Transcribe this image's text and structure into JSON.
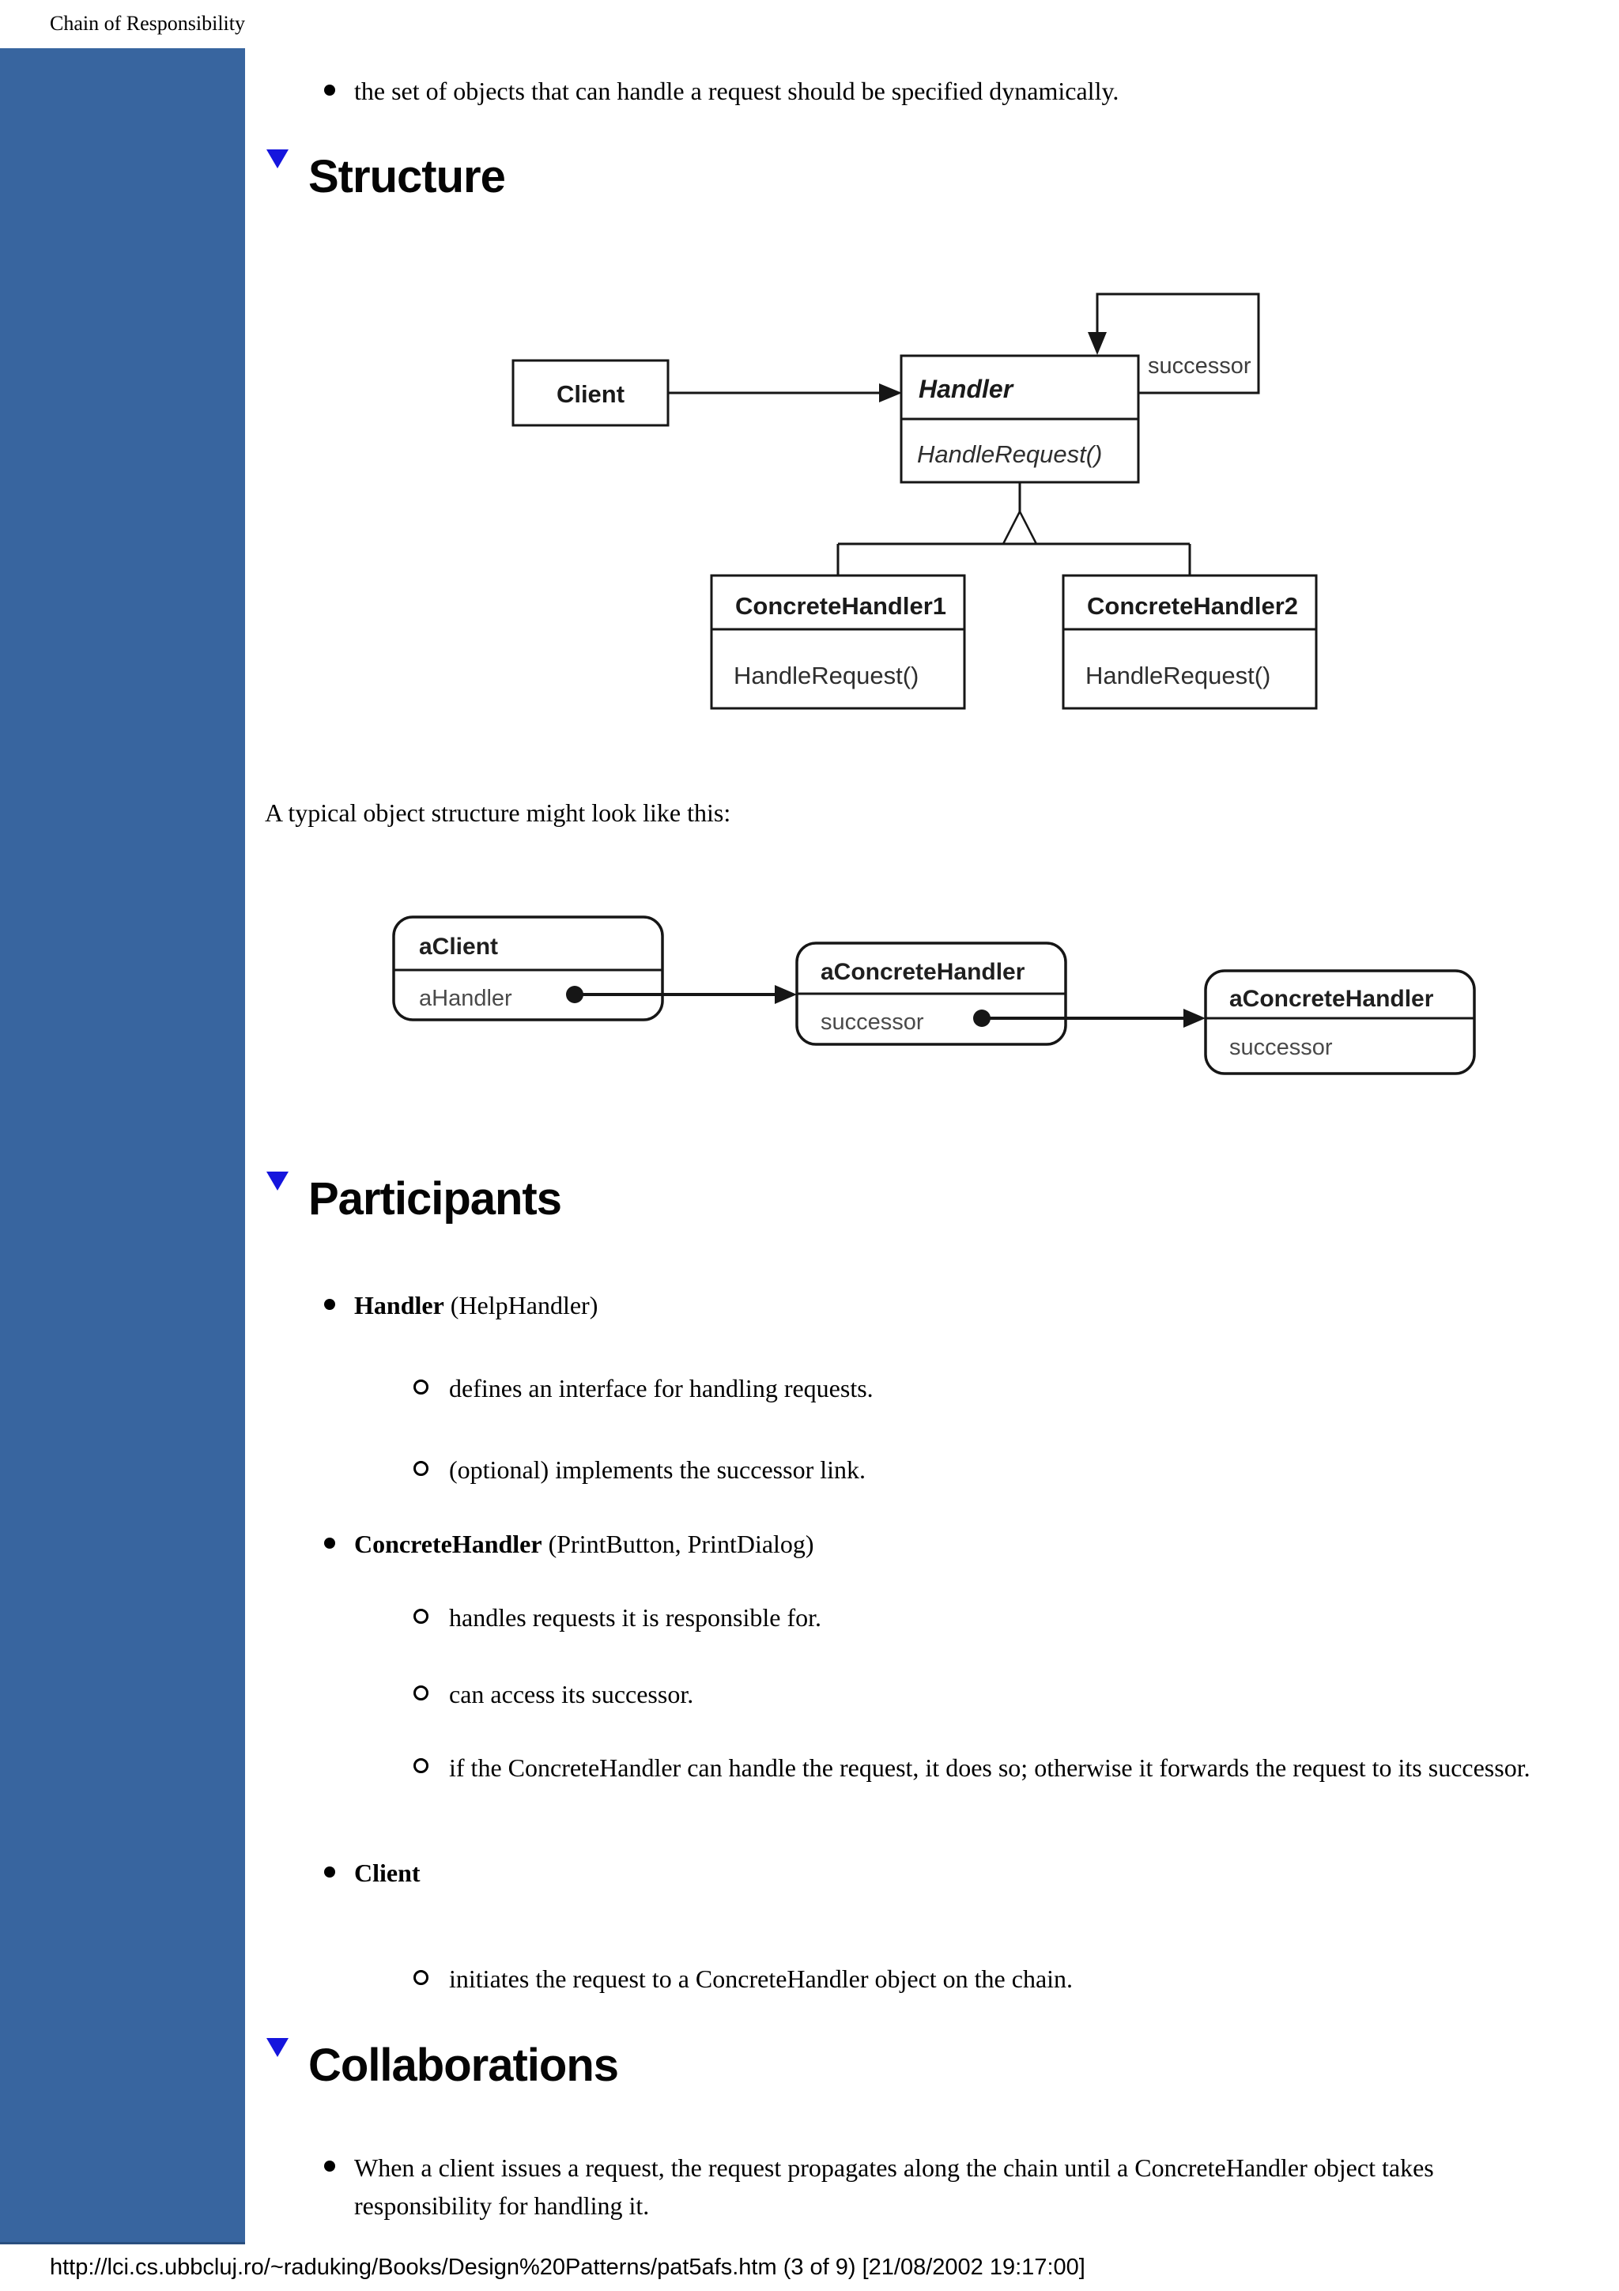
{
  "page": {
    "title": "Chain of Responsibility",
    "footer": "http://lci.cs.ubbcluj.ro/~raduking/Books/Design%20Patterns/pat5afs.htm (3 of 9) [21/08/2002 19:17:00]"
  },
  "colors": {
    "sidebar_blue": "#38659f",
    "triangle_blue": "#1515dd",
    "triangle_strip": "#b8c2f8"
  },
  "intro": {
    "bullet": "the set of objects that can handle a request should be specified dynamically."
  },
  "structure": {
    "heading": "Structure",
    "caption": "A typical object structure might look like this:"
  },
  "class_diagram": {
    "client_name": "Client",
    "handler_name": "Handler",
    "handler_method": "HandleRequest()",
    "successor_label": "successor",
    "concrete1_name": "ConcreteHandler1",
    "concrete1_method": "HandleRequest()",
    "concrete2_name": "ConcreteHandler2",
    "concrete2_method": "HandleRequest()"
  },
  "object_diagram": {
    "box1_name": "aClient",
    "box1_attr": "aHandler",
    "box2_name": "aConcreteHandler",
    "box2_attr": "successor",
    "box3_name": "aConcreteHandler",
    "box3_attr": "successor"
  },
  "participants": {
    "heading": "Participants",
    "items": [
      {
        "term": "Handler",
        "rest": " (HelpHandler)",
        "subs": [
          "defines an interface for handling requests.",
          "(optional) implements the successor link."
        ]
      },
      {
        "term": "ConcreteHandler",
        "rest": " (PrintButton, PrintDialog)",
        "subs": [
          "handles requests it is responsible for.",
          "can access its successor.",
          "if the ConcreteHandler can handle the request, it does so; otherwise it forwards the request to its successor."
        ]
      },
      {
        "term": "Client",
        "rest": "",
        "subs": [
          "initiates the request to a ConcreteHandler object on the chain."
        ]
      }
    ]
  },
  "collaborations": {
    "heading": "Collaborations",
    "bullet": "When a client issues a request, the request propagates along the chain until a ConcreteHandler object takes responsibility for handling it."
  }
}
